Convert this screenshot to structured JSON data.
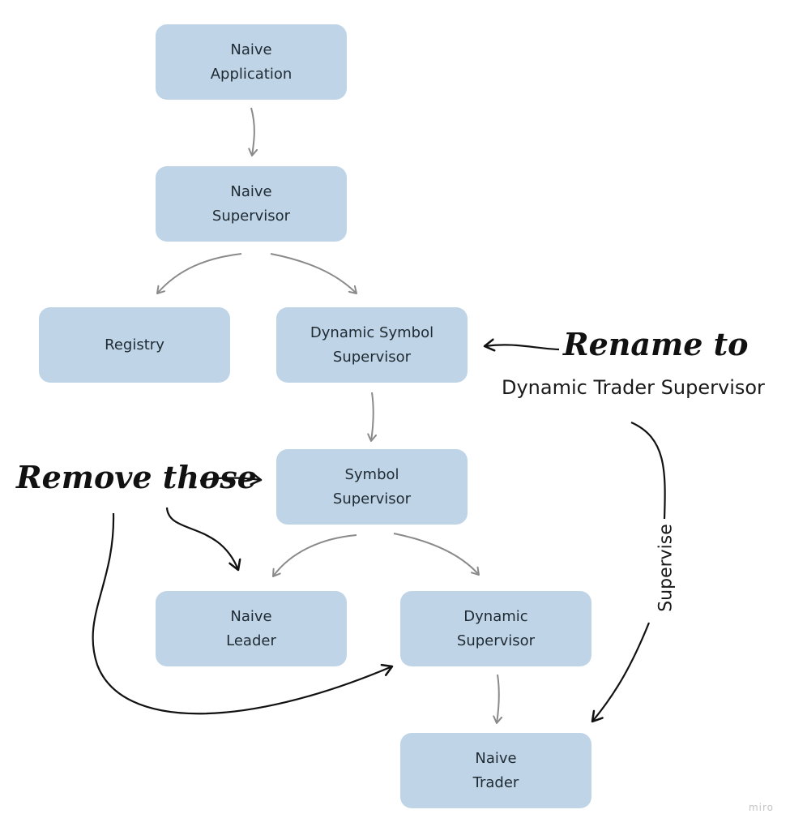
{
  "nodes": {
    "naive_application": "Naive\nApplication",
    "naive_supervisor": "Naive\nSupervisor",
    "registry": "Registry",
    "dynamic_symbol_supervisor": "Dynamic Symbol\nSupervisor",
    "symbol_supervisor": "Symbol\nSupervisor",
    "naive_leader": "Naive\nLeader",
    "dynamic_supervisor": "Dynamic\nSupervisor",
    "naive_trader": "Naive\nTrader"
  },
  "annotations": {
    "rename_to": "Rename to",
    "new_name": "Dynamic Trader Supervisor",
    "remove_those": "Remove those",
    "supervise": "Supervise"
  },
  "watermark": "miro",
  "colors": {
    "node_fill": "#bfd5e7",
    "node_text": "#1f2a33",
    "tree_arrow": "#8a8a8a",
    "annotation_arrow": "#111111"
  }
}
